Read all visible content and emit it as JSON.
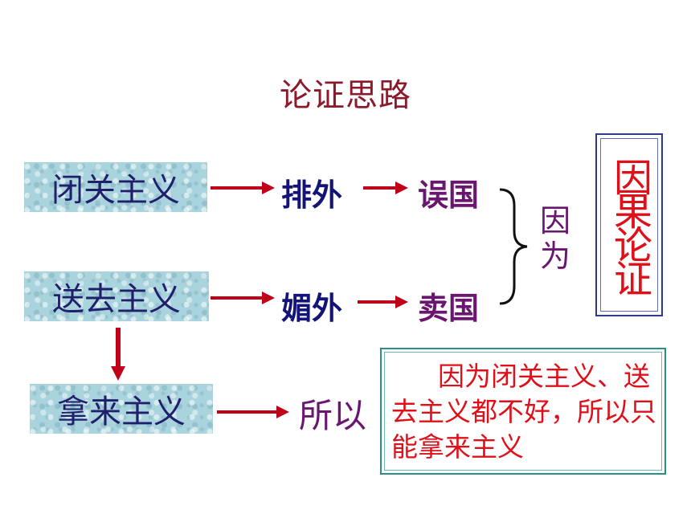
{
  "title": "论证思路",
  "doctrines": [
    {
      "label": "闭关主义",
      "effect": "排外",
      "result": "误国"
    },
    {
      "label": "送去主义",
      "effect": "媚外",
      "result": "卖国"
    },
    {
      "label": "拿来主义"
    }
  ],
  "because_label": "因为",
  "therefore_label": "所以",
  "argument_type": "因果论证",
  "conclusion": "因为闭关主义、送去主义都不好，所以只能拿来主义",
  "colors": {
    "title": "#8b1a2a",
    "arrow": "#c00018",
    "box_fill": "#a9d4dd",
    "box_text": "#1f1f6b",
    "accent_red": "#e0101a",
    "purple": "#6a1670",
    "navy": "#141478",
    "teal_border": "#2a8f86",
    "blue_border": "#2b3a8c"
  }
}
